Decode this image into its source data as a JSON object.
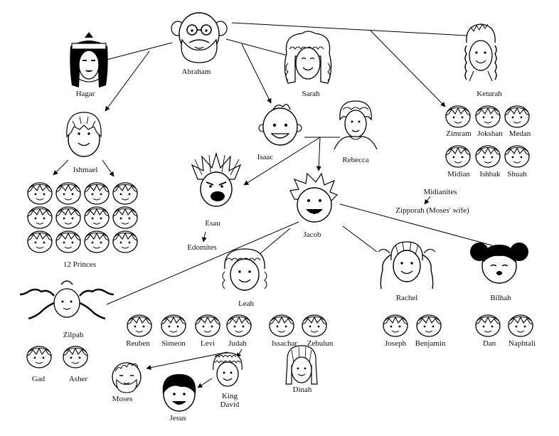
{
  "people": {
    "abraham": "Abraham",
    "hagar": "Hagar",
    "sarah": "Sarah",
    "keturah": "Keturah",
    "ishmael": "Ishmael",
    "princes": "12 Princes",
    "isaac": "Isaac",
    "rebecca": "Rebecca",
    "esau": "Esau",
    "edomites": "Edomites",
    "jacob": "Jacob",
    "zimram": "Zimram",
    "jokshan": "Jokshan",
    "medan": "Medan",
    "midian": "Midian",
    "ishbak": "Ishbak",
    "shuah": "Shuah",
    "midianites": "Midianites",
    "zipporah": "Zipporah (Moses' wife)",
    "leah": "Leah",
    "rachel": "Rachel",
    "bilhah": "Bilhah",
    "zilpah": "Zilpah",
    "reuben": "Reuben",
    "simeon": "Simeon",
    "levi": "Levi",
    "judah": "Judah",
    "issachar": "Issachar",
    "zebulun": "Zebulun",
    "dinah": "Dinah",
    "joseph": "Joseph",
    "benjamin": "Benjamin",
    "dan": "Dan",
    "naphtali": "Naphtali",
    "gad": "Gad",
    "asher": "Asher",
    "moses": "Moses",
    "king_david": "King David",
    "jesus": "Jesus"
  },
  "colors": {
    "line": "#000000",
    "face": "#ffffff",
    "ink": "#111111"
  }
}
